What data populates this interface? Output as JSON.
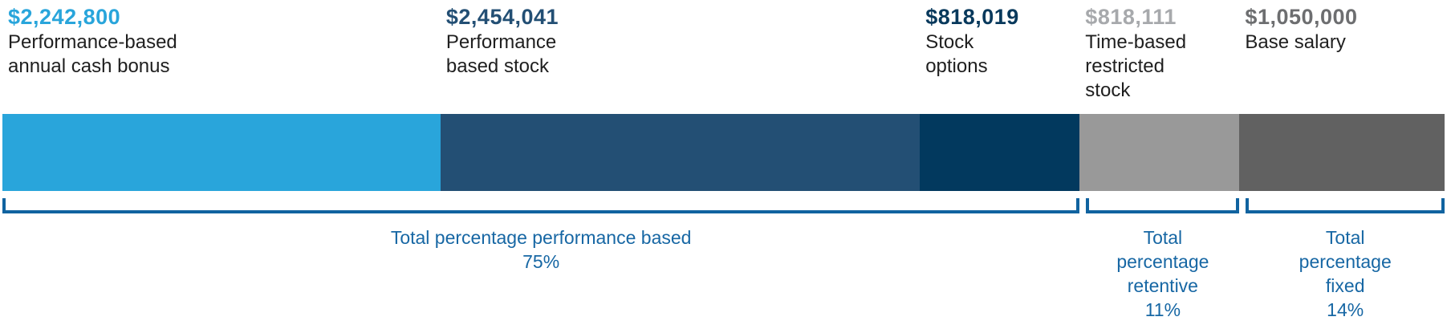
{
  "chart_data": {
    "type": "bar",
    "subtype": "stacked-horizontal-proportional",
    "title": "",
    "unit": "USD",
    "total_value": 7382971,
    "axes": "none",
    "grid": false,
    "legend_position": "none",
    "segments": [
      {
        "id": "performance-based-annual-cash-bonus",
        "amount_label": "$2,242,800",
        "value": 2242800,
        "name_lines": [
          "Performance-based",
          "annual cash bonus"
        ],
        "bar_color": "#29A5DB",
        "amount_color": "#29A5DB"
      },
      {
        "id": "performance-based-stock",
        "amount_label": "$2,454,041",
        "value": 2454041,
        "name_lines": [
          "Performance",
          "based stock"
        ],
        "bar_color": "#234F74",
        "amount_color": "#234F74"
      },
      {
        "id": "stock-options",
        "amount_label": "$818,019",
        "value": 818019,
        "name_lines": [
          "Stock",
          "options"
        ],
        "bar_color": "#02395E",
        "amount_color": "#08395C"
      },
      {
        "id": "time-based-restricted-stock",
        "amount_label": "$818,111",
        "value": 818111,
        "name_lines": [
          "Time-based",
          "restricted",
          "stock"
        ],
        "bar_color": "#999999",
        "amount_color": "#A7A9AC"
      },
      {
        "id": "base-salary",
        "amount_label": "$1,050,000",
        "value": 1050000,
        "name_lines": [
          "Base salary"
        ],
        "bar_color": "#616161",
        "amount_color": "#6D6E70"
      }
    ],
    "groups": [
      {
        "id": "total-percentage-performance-based",
        "segment_indexes": [
          0,
          1,
          2
        ],
        "lines": [
          "Total percentage performance based",
          "75%"
        ],
        "percent": 75
      },
      {
        "id": "total-percentage-retentive",
        "segment_indexes": [
          3
        ],
        "lines": [
          "Total",
          "percentage",
          "retentive",
          "11%"
        ],
        "percent": 11
      },
      {
        "id": "total-percentage-fixed",
        "segment_indexes": [
          4
        ],
        "lines": [
          "Total",
          "percentage",
          "fixed",
          "14%"
        ],
        "percent": 14
      }
    ],
    "colors": {
      "bracket": "#1063A0",
      "group_text": "#1767A4",
      "segment_name_text": "#1F1F1F",
      "background": "#FFFFFF"
    }
  }
}
